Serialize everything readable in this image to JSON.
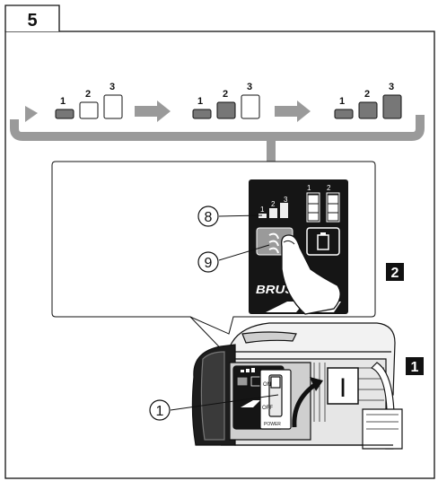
{
  "figure": {
    "number": "5",
    "sequence_step_numbers": [
      "1",
      "2",
      "3"
    ],
    "mini_panel_digits": [
      "1",
      "2",
      "3"
    ],
    "battery_slot_numbers": [
      "1",
      "2"
    ],
    "brand_text_top": "BRUSHLESS",
    "switch_labels": {
      "on": "ON",
      "off": "OFF",
      "power": "POWER"
    },
    "part_label_switch": "I",
    "callouts": [
      "8",
      "9",
      "1"
    ],
    "panel_labels": [
      "2",
      "1"
    ]
  },
  "colors": {
    "ink": "#111111",
    "grey": "#9a9a9a",
    "dark_grey": "#777777",
    "light_grey": "#cfcfcf",
    "panel_black": "#151515"
  },
  "icons": [
    "right-arrow-icon",
    "loop-arrow-icon",
    "hand-pointer-icon",
    "mode-icon",
    "battery-icon",
    "curved-arrow-icon"
  ]
}
